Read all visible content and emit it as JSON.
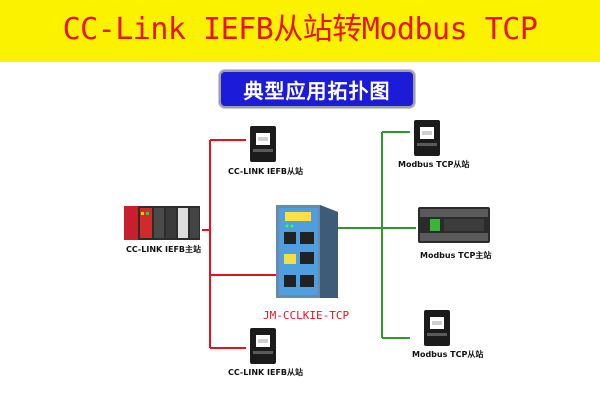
{
  "title": "CC-Link IEFB从站转Modbus TCP",
  "subtitle": "典型应用拓扑图",
  "gateway": {
    "model_label": "JM-CCLKIE-TCP"
  },
  "left_nodes": {
    "top": "CC-LINK IEFB从站",
    "master": "CC-LINK IEFB主站",
    "bottom": "CC-LINK IEFB从站"
  },
  "right_nodes": {
    "top": "Modbus TCP从站",
    "master": "Modbus TCP主站",
    "bottom": "Modbus TCP从站"
  },
  "colors": {
    "title_bg": "#fbf200",
    "title_text": "#e8141c",
    "subtitle_bg": "#1b1bd8",
    "left_line": "#e0141c",
    "right_line": "#2e9a2e"
  }
}
